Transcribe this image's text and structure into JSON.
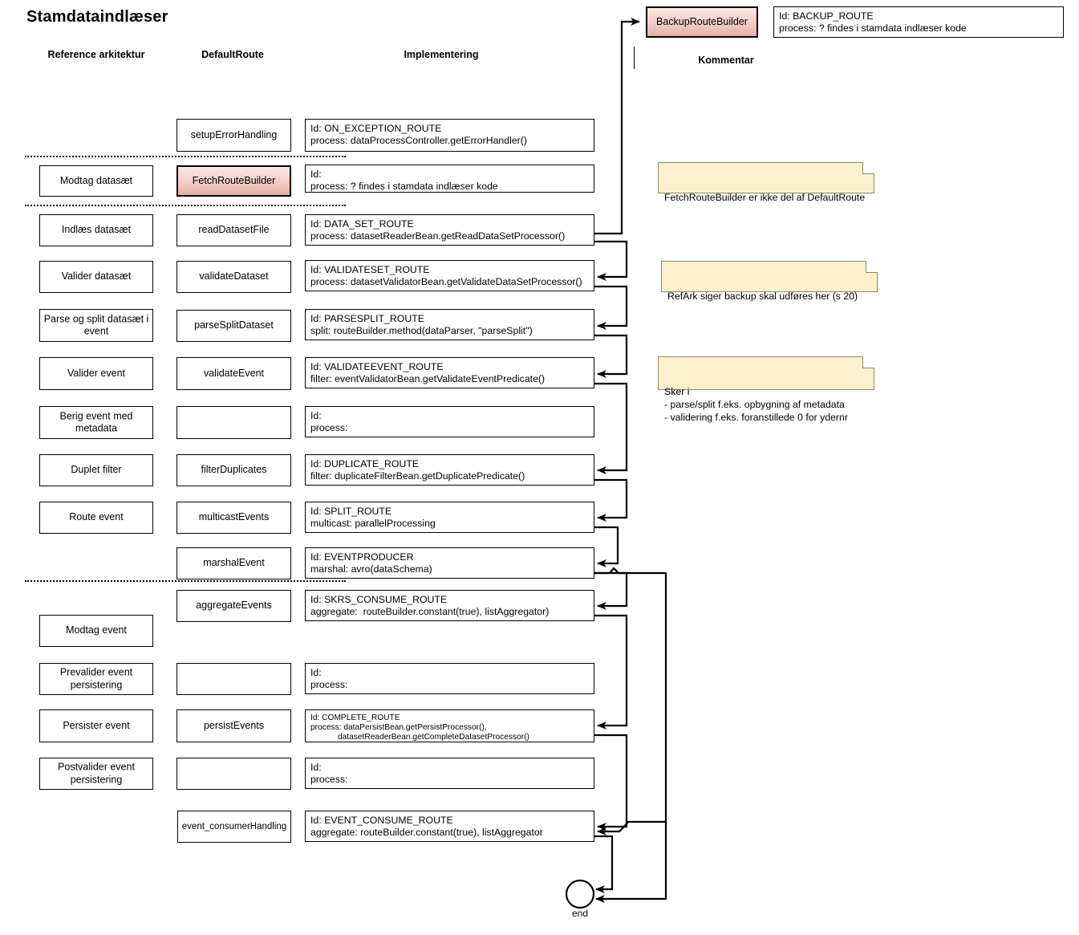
{
  "page": {
    "title": "Stamdataindlæser",
    "bg": "#ffffff",
    "accent_pink": "#e6b0a6",
    "note_yellow": "#fdf1cd"
  },
  "columns": [
    {
      "id": "reference-arkitektur",
      "label": "Reference arkitektur"
    },
    {
      "id": "defaultroute",
      "label": "DefaultRoute"
    },
    {
      "id": "implementering",
      "label": "Implementering"
    },
    {
      "id": "kommentar",
      "label": "Kommentar"
    }
  ],
  "top_node": {
    "label": "BackupRouteBuilder",
    "impl": {
      "id_line": "Id: BACKUP_ROUTE",
      "process_line": "process: ? findes i stamdata indlæser kode"
    }
  },
  "rows": [
    {
      "reference": "",
      "route": "setupErrorHandling",
      "impl_lines": [
        "Id: ON_EXCEPTION_ROUTE",
        "process: dataProcessController.getErrorHandler()"
      ],
      "highlight": false
    },
    {
      "reference": "Modtag datasæt",
      "route": "FetchRouteBuilder",
      "impl_lines": [
        "Id:",
        "process: ? findes i stamdata indlæser kode"
      ],
      "highlight": true
    },
    {
      "reference": "Indlæs datasæt",
      "route": "readDatasetFile",
      "impl_lines": [
        "Id: DATA_SET_ROUTE",
        "process: datasetReaderBean.getReadDataSetProcessor()"
      ],
      "highlight": false
    },
    {
      "reference": "Valider datasæt",
      "route": "validateDataset",
      "impl_lines": [
        "Id: VALIDATESET_ROUTE",
        "process: datasetValidatorBean.getValidateDataSetProcessor()"
      ],
      "highlight": false
    },
    {
      "reference": "Parse og split datasæt i event",
      "route": "parseSplitDataset",
      "impl_lines": [
        "Id: PARSESPLIT_ROUTE",
        "split: routeBuilder.method(dataParser, \"parseSplit\")"
      ],
      "highlight": false
    },
    {
      "reference": "Valider event",
      "route": "validateEvent",
      "impl_lines": [
        "Id: VALIDATEEVENT_ROUTE",
        "filter: eventValidatorBean.getValidateEventPredicate()"
      ],
      "highlight": false
    },
    {
      "reference": "Berig event med metadata",
      "route": "",
      "impl_lines": [
        "Id:",
        "process:"
      ],
      "highlight": false
    },
    {
      "reference": "Duplet filter",
      "route": "filterDuplicates",
      "impl_lines": [
        "Id: DUPLICATE_ROUTE",
        "filter: duplicateFilterBean.getDuplicatePredicate()"
      ],
      "highlight": false
    },
    {
      "reference": "Route event",
      "route": "multicastEvents",
      "impl_lines": [
        "Id: SPLIT_ROUTE",
        "multicast: parallelProcessing"
      ],
      "highlight": false
    },
    {
      "reference": "",
      "route": "marshalEvent",
      "impl_lines": [
        "Id: EVENTPRODUCER",
        "marshal: avro(dataSchema)"
      ],
      "highlight": false
    },
    {
      "reference": "Modtag event",
      "route": "aggregateEvents",
      "impl_lines": [
        "Id: SKRS_CONSUME_ROUTE",
        "aggregate:  routeBuilder.constant(true), listAggregator)"
      ],
      "highlight": false
    },
    {
      "reference": "Prevalider event persistering",
      "route": "",
      "impl_lines": [
        "Id:",
        "process:"
      ],
      "highlight": false
    },
    {
      "reference": "Persister event",
      "route": "persistEvents",
      "impl_lines": [
        "Id: COMPLETE_ROUTE",
        "process: dataPersistBean.getPersistProcessor(),",
        "            datasetReaderBean.getCompleteDatasetProcessor()"
      ],
      "highlight": false,
      "small": true
    },
    {
      "reference": "Postvalider event persistering",
      "route": "",
      "impl_lines": [
        "Id:",
        "process:"
      ],
      "highlight": false
    },
    {
      "reference": "",
      "route": "event_consumerHandling",
      "impl_lines": [
        "Id: EVENT_CONSUME_ROUTE",
        "aggregate: routeBuilder.constant(true), listAggregator"
      ],
      "highlight": false
    }
  ],
  "notes": [
    {
      "id": "note-fetchroutebuilder",
      "text": "FetchRouteBuilder er ikke del af DefaultRoute"
    },
    {
      "id": "note-refark-backup",
      "text": "RefArk siger backup skal udføres her (s 20)"
    },
    {
      "id": "note-sker-i",
      "text": "Sker i\n- parse/split f.eks. opbygning af metadata\n- validering f.eks. foranstillede 0 for ydernr"
    }
  ],
  "end_node": {
    "label": "end"
  }
}
